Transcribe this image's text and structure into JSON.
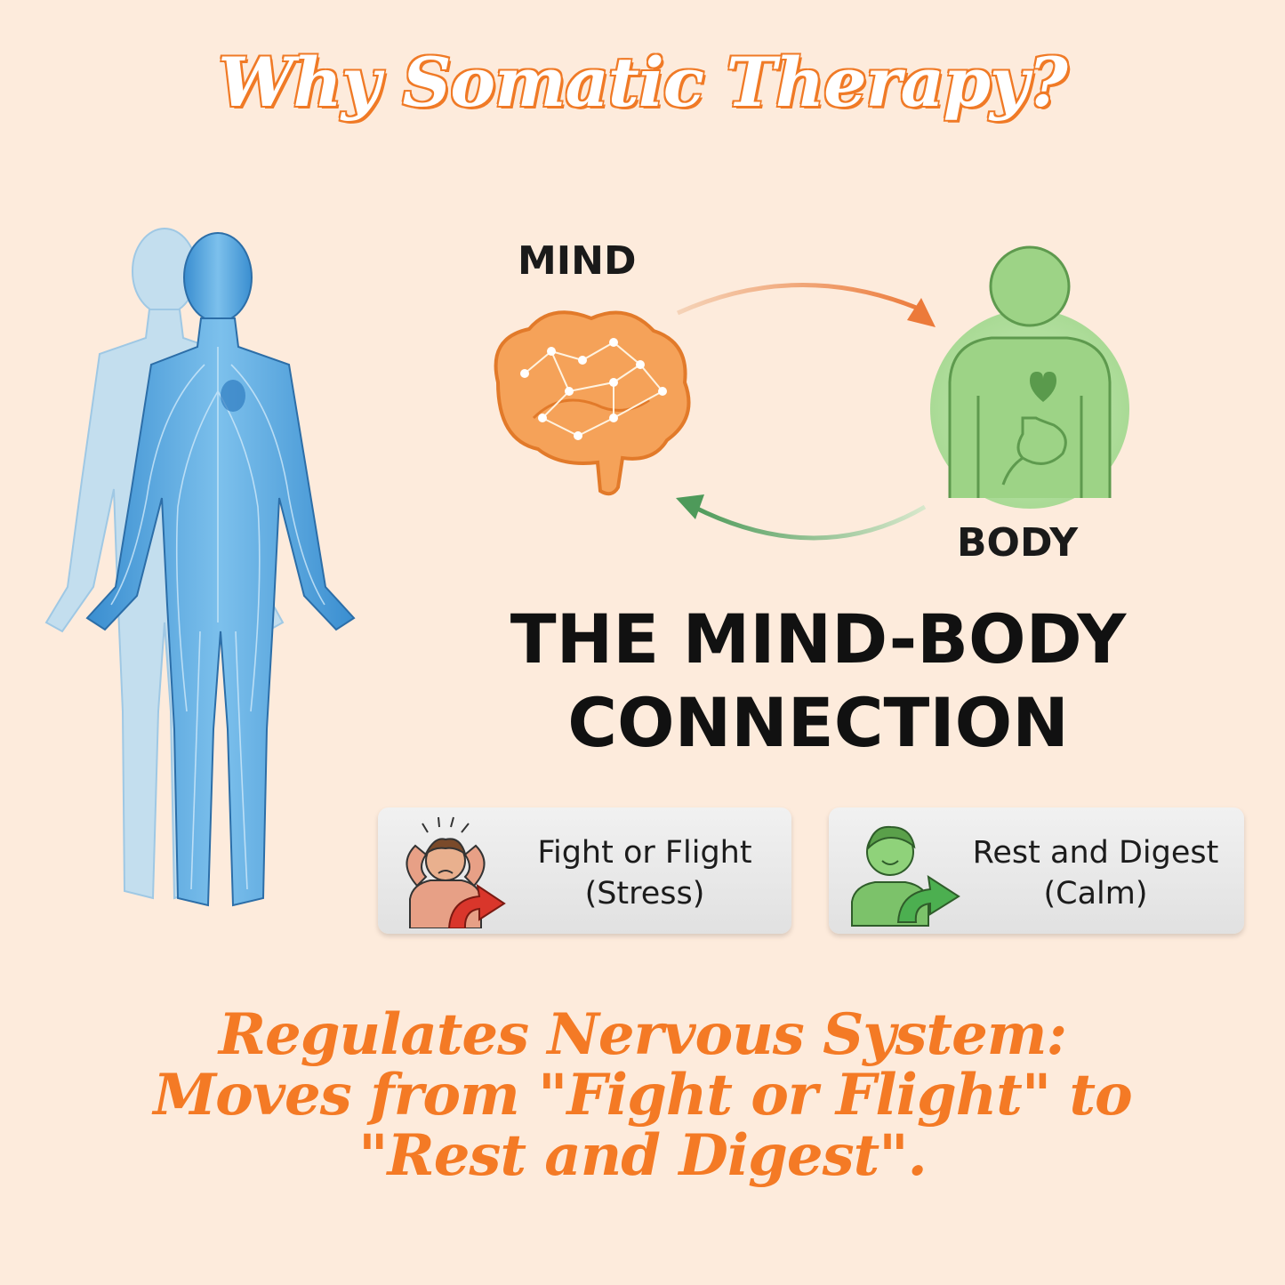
{
  "title": "Why Somatic Therapy?",
  "diagram": {
    "mind_label": "MIND",
    "body_label": "BODY",
    "headline_line1": "THE MIND-BODY",
    "headline_line2": "CONNECTION"
  },
  "cards": [
    {
      "line1": "Fight or Flight",
      "line2": "(Stress)",
      "icon": "stressed-person-icon",
      "accent": "#d9362b"
    },
    {
      "line1": "Rest and Digest",
      "line2": "(Calm)",
      "icon": "calm-person-icon",
      "accent": "#4caf50"
    }
  ],
  "footer": {
    "line1": "Regulates Nervous System:",
    "line2": "Moves from \"Fight or Flight\" to",
    "line3": "\"Rest and Digest\"."
  },
  "colors": {
    "background": "#fdebdc",
    "accent_orange": "#f07a26",
    "body_blue": "#4a9fd8",
    "calm_green": "#7cc26a"
  }
}
